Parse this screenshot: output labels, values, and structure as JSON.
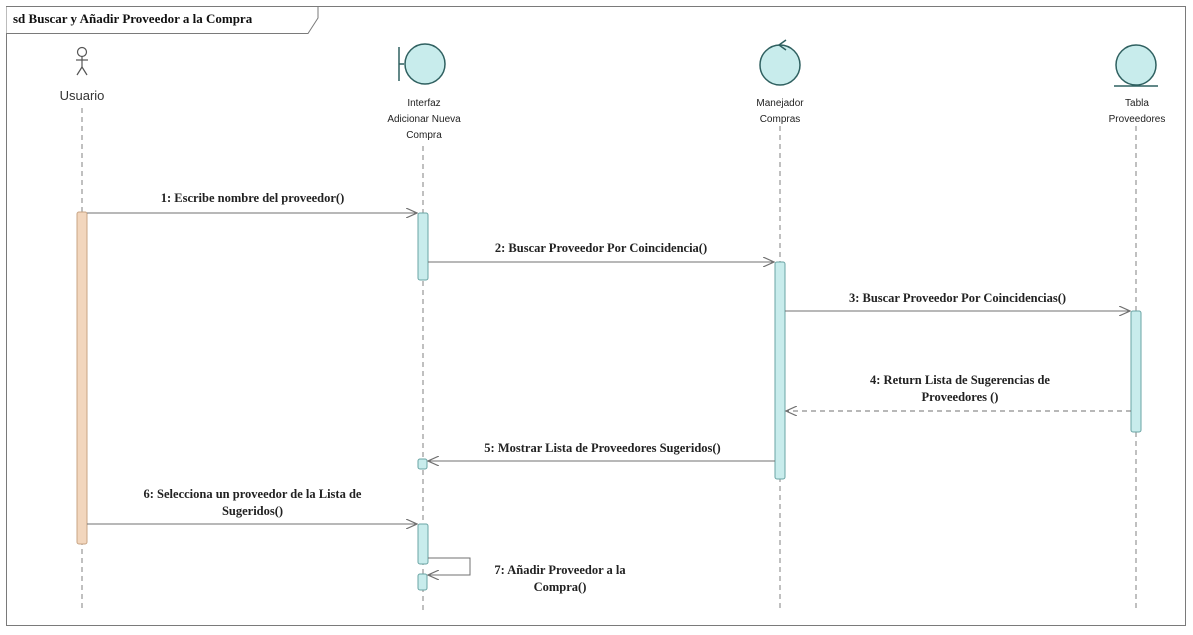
{
  "frame": {
    "title": "sd Buscar y Añadir Proveedor a la Compra"
  },
  "lifelines": [
    {
      "id": "usuario",
      "name": "Usuario",
      "kind": "actor"
    },
    {
      "id": "interfaz",
      "name": "Interfaz\nAdicionar Nueva\nCompra",
      "kind": "boundary"
    },
    {
      "id": "manejador",
      "name": "Manejador\nCompras",
      "kind": "control"
    },
    {
      "id": "tabla",
      "name": "Tabla\nProveedores",
      "kind": "entity"
    }
  ],
  "messages": [
    {
      "n": 1,
      "text": "1: Escribe nombre del proveedor()",
      "from": "usuario",
      "to": "interfaz",
      "type": "sync"
    },
    {
      "n": 2,
      "text": "2: Buscar Proveedor Por Coincidencia()",
      "from": "interfaz",
      "to": "manejador",
      "type": "sync"
    },
    {
      "n": 3,
      "text": "3: Buscar Proveedor Por Coincidencias()",
      "from": "manejador",
      "to": "tabla",
      "type": "sync"
    },
    {
      "n": 4,
      "text": "4: Return Lista de Sugerencias de\nProveedores ()",
      "from": "tabla",
      "to": "manejador",
      "type": "return"
    },
    {
      "n": 5,
      "text": "5: Mostrar Lista de Proveedores Sugeridos()",
      "from": "manejador",
      "to": "interfaz",
      "type": "sync"
    },
    {
      "n": 6,
      "text": "6: Selecciona un proveedor de la Lista de\nSugeridos()",
      "from": "usuario",
      "to": "interfaz",
      "type": "sync"
    },
    {
      "n": 7,
      "text": "7: Añadir Proveedor a la\nCompra()",
      "from": "interfaz",
      "to": "interfaz",
      "type": "self"
    }
  ],
  "colors": {
    "frame_border": "#7a7a7a",
    "actor_activation": "#f2d6bd",
    "actor_activation_border": "#c8a484",
    "activation": "#c8ecec",
    "activation_border": "#6aa4a4",
    "icon_fill": "#c8ecec",
    "icon_stroke": "#2f6060",
    "lifeline": "#808080",
    "message_line": "#707070"
  }
}
